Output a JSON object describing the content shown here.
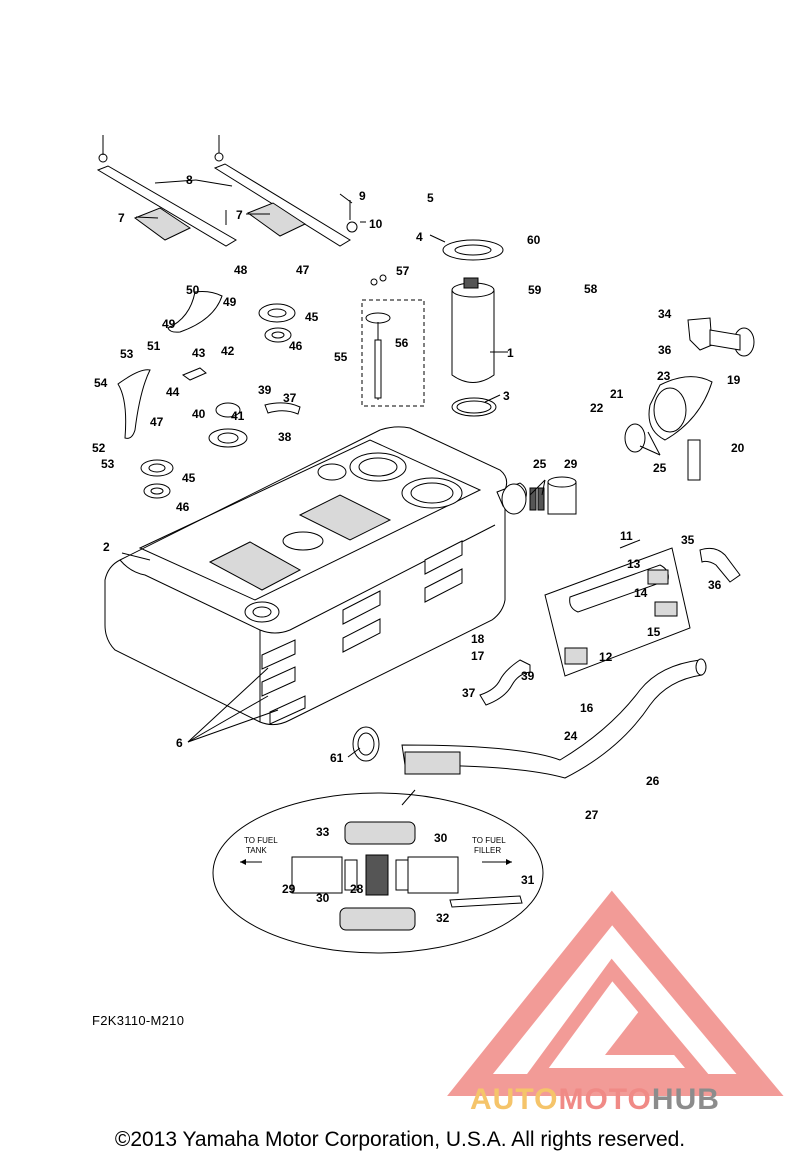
{
  "diagram": {
    "code": "F2K3110-M210",
    "copyright": "©2013 Yamaha Motor Corporation, U.S.A. All rights reserved.",
    "inset_labels": {
      "left": [
        "TO FUEL",
        "TANK"
      ],
      "right": [
        "TO FUEL",
        "FILLER"
      ]
    },
    "watermark": {
      "part1": "AUTO",
      "part2": "MOTO",
      "part3": "HUB",
      "colors": {
        "auto": "#f5c46a",
        "moto": "#f08a86",
        "hub": "#8c8c8c",
        "logo": "#f08a86"
      }
    },
    "callouts": [
      "1",
      "2",
      "3",
      "4",
      "5",
      "6",
      "7",
      "7",
      "8",
      "9",
      "10",
      "11",
      "12",
      "13",
      "14",
      "15",
      "16",
      "17",
      "18",
      "19",
      "20",
      "21",
      "22",
      "23",
      "24",
      "25",
      "25",
      "26",
      "27",
      "28",
      "29",
      "29",
      "30",
      "30",
      "31",
      "32",
      "33",
      "34",
      "35",
      "36",
      "36",
      "37",
      "37",
      "38",
      "39",
      "39",
      "40",
      "41",
      "42",
      "43",
      "44",
      "45",
      "45",
      "46",
      "46",
      "47",
      "47",
      "48",
      "49",
      "49",
      "50",
      "51",
      "52",
      "53",
      "53",
      "54",
      "55",
      "56",
      "57",
      "58",
      "59",
      "60",
      "61"
    ]
  }
}
